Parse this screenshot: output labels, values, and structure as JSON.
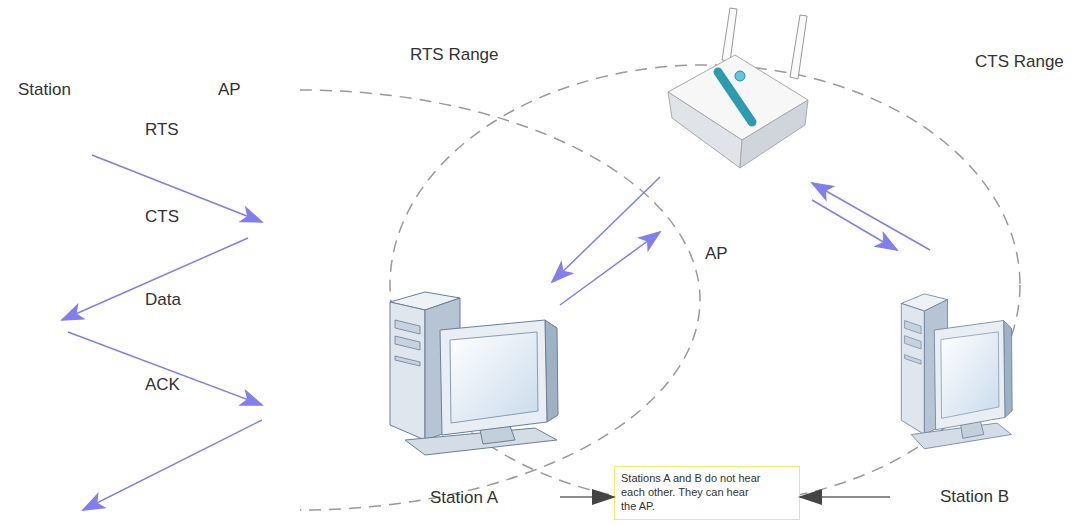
{
  "diagram": {
    "nodes": [
      {
        "text": [
          "Station A"
        ]
      },
      {
        "text": [
          "AP"
        ]
      },
      {
        "text": [
          "Station B"
        ]
      },
      {
        "text": [
          "Stations A and B do not hear each other. They can hear the AP."
        ]
      }
    ],
    "edges": [
      {
        "from": 1,
        "to": 0,
        "arrow": "to"
      },
      {
        "from": 0,
        "to": 1,
        "arrow": "to"
      },
      {
        "from": 1,
        "to": 2,
        "arrow": "to"
      },
      {
        "from": 2,
        "to": 1,
        "arrow": "to"
      },
      {
        "from": 0,
        "to": 3,
        "arrow": "to"
      },
      {
        "from": 2,
        "to": 3,
        "arrow": "to"
      }
    ],
    "labels": [
      "RTS Range",
      "CTS Range",
      "Station",
      "AP",
      "RTS",
      "CTS",
      "Data",
      "ACK"
    ]
  }
}
